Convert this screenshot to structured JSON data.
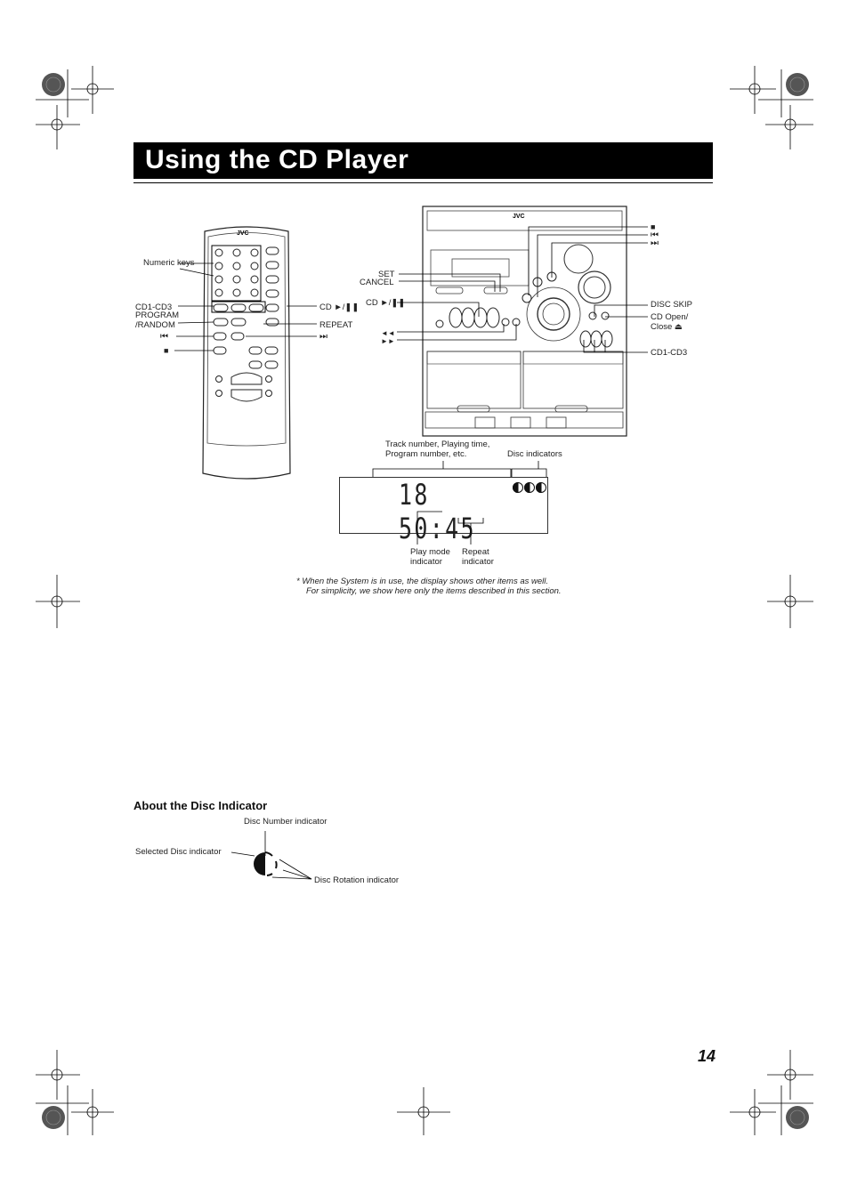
{
  "page": {
    "title": "Using the CD Player",
    "page_number": "14",
    "section_heading": "About the Disc Indicator"
  },
  "remote": {
    "brand": "JVC",
    "labels": {
      "numeric_keys": "Numeric keys",
      "cd1_cd3": "CD1-CD3",
      "program_random": "PROGRAM /RANDOM",
      "prev": "⏮",
      "stop": "■",
      "cd_play_pause": "CD ►/❚❚",
      "repeat": "REPEAT",
      "next": "⏭"
    }
  },
  "unit": {
    "brand": "JVC",
    "labels": {
      "stop": "■",
      "prev": "⏮",
      "next": "⏭",
      "set": "SET",
      "cancel": "CANCEL",
      "cd_play_pause": "CD ►/❚❚",
      "rewind": "◄◄",
      "fast_forward": "►►",
      "disc_skip": "DISC SKIP",
      "cd_open_close": "CD Open/ Close ⏏",
      "cd1_cd3": "CD1-CD3"
    }
  },
  "display": {
    "readout": "18 50:45",
    "labels": {
      "track_info": "Track number, Playing time, Program number, etc.",
      "disc_indicators": "Disc indicators",
      "play_mode": "Play mode indicator",
      "repeat": "Repeat indicator"
    }
  },
  "note": {
    "line1": "*   When the System is in use, the display shows other items as well.",
    "line2": "For simplicity, we show here only the items described in this section."
  },
  "disc_indicator": {
    "disc_number": "Disc Number indicator",
    "selected_disc": "Selected Disc indicator",
    "disc_rotation": "Disc Rotation indicator"
  }
}
